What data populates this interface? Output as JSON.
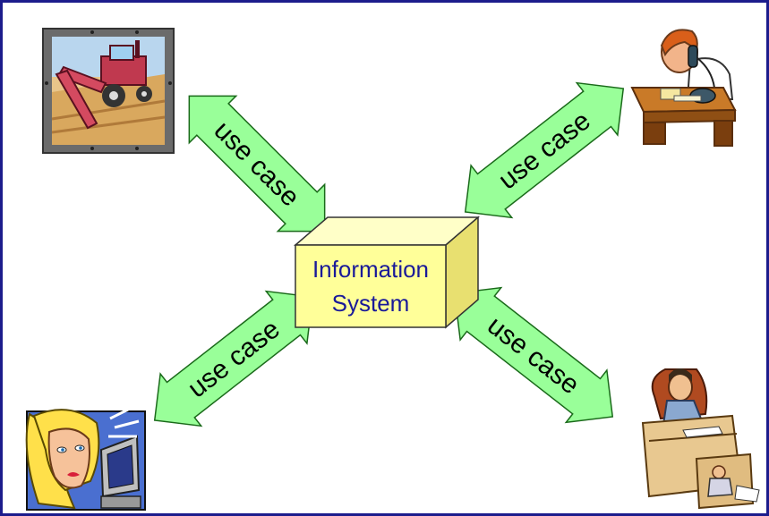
{
  "center": {
    "line1": "Information",
    "line2": "System"
  },
  "arrows": [
    {
      "label": "use case"
    },
    {
      "label": "use case"
    },
    {
      "label": "use case"
    },
    {
      "label": "use case"
    }
  ],
  "colors": {
    "border": "#1c1c8c",
    "arrow_fill": "#99ff99",
    "box_front": "#ffff99",
    "box_top": "#ffffc8",
    "box_side": "#e8e070",
    "label_blue": "#1a1a99"
  },
  "actors": [
    {
      "icon": "harvester-icon"
    },
    {
      "icon": "phone-clerk-icon"
    },
    {
      "icon": "computer-woman-icon"
    },
    {
      "icon": "desk-manager-icon"
    }
  ]
}
